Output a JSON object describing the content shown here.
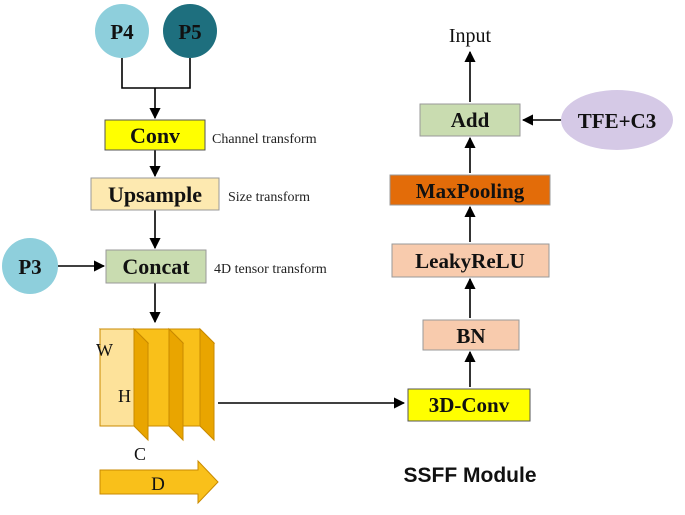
{
  "inputs": {
    "p4": "P4",
    "p5": "P5",
    "p3": "P3"
  },
  "left_blocks": {
    "conv": "Conv",
    "upsample": "Upsample",
    "concat": "Concat"
  },
  "left_notes": {
    "conv": "Channel transform",
    "upsample": "Size transform",
    "concat": "4D tensor transform"
  },
  "tensor_labels": {
    "w": "W",
    "h": "H",
    "c": "C",
    "d": "D"
  },
  "right_blocks": {
    "conv3d": "3D-Conv",
    "bn": "BN",
    "leaky": "LeakyReLU",
    "maxpool": "MaxPooling",
    "add": "Add"
  },
  "side_input": "TFE+C3",
  "output_label": "Input",
  "module_title": "SSFF Module",
  "colors": {
    "p4": "#8ecfdc",
    "p5": "#1e6f7e",
    "p3": "#8ecfdc",
    "conv": "#ffff00",
    "upsample": "#fde9b0",
    "concat": "#c9dcb0",
    "tensor": "#f9c01a",
    "bn": "#f8cbad",
    "leaky": "#f8cbad",
    "maxpool": "#e36c09",
    "add": "#c9dcb0",
    "tfe": "#d5c9e6"
  }
}
